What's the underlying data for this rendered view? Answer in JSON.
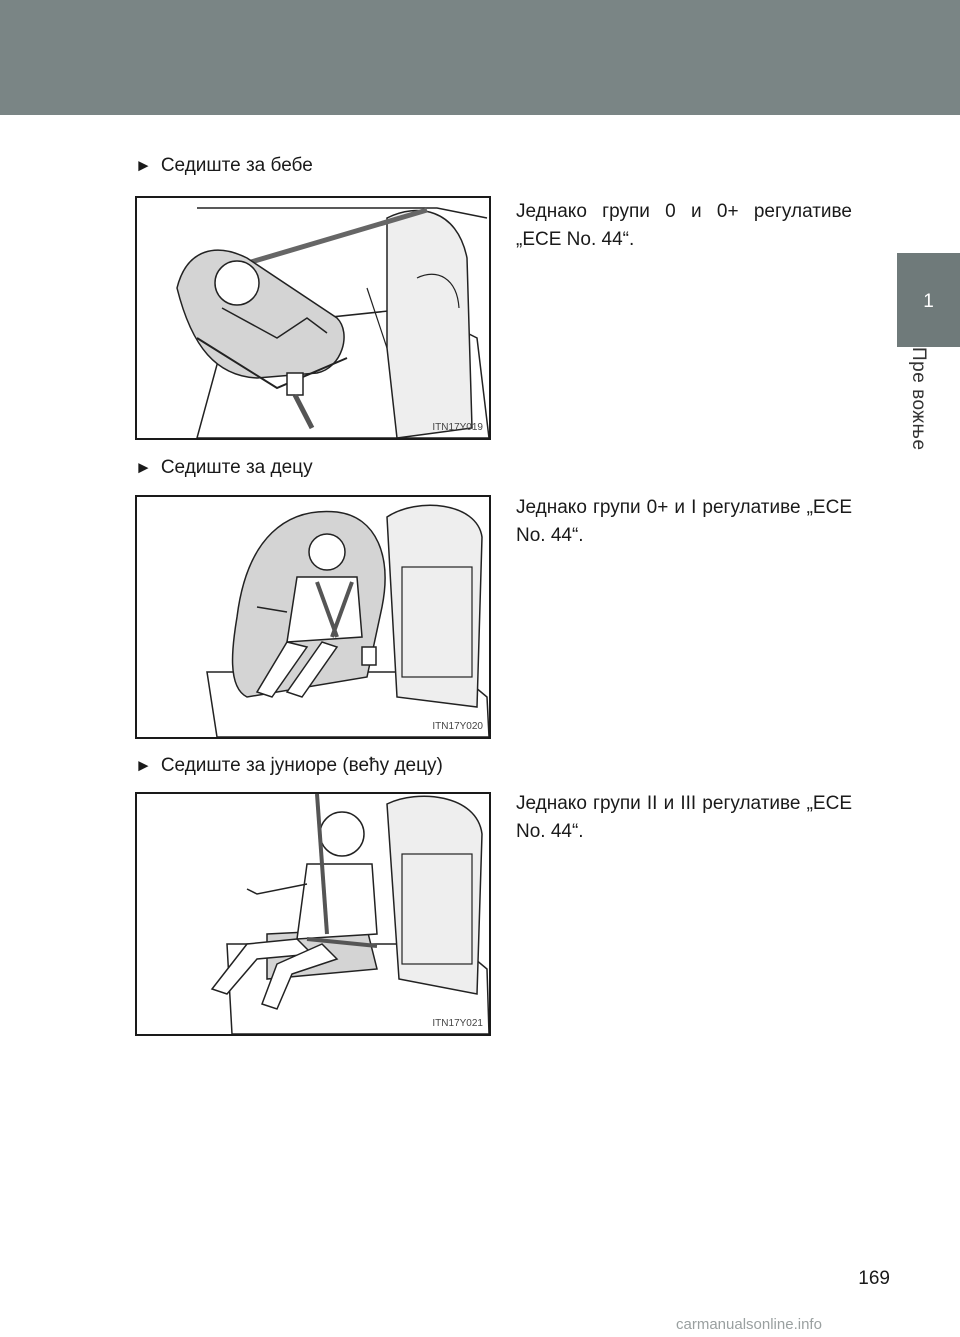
{
  "side_tab": {
    "chapter_number": "1",
    "chapter_title": "Пре вожње"
  },
  "sections": [
    {
      "heading": "Седиште за бебе",
      "figure_code": "ITN17Y019",
      "description": "Једнако групи 0 и 0+ регулативе „ECE No. 44“."
    },
    {
      "heading": "Седиште за децу",
      "figure_code": "ITN17Y020",
      "description": "Једнако групи 0+ и I регулативе „ECE No. 44“."
    },
    {
      "heading": "Седиште за јуниоре (већу децу)",
      "figure_code": "ITN17Y021",
      "description": "Једнако групи II и III регулативе „ECE No. 44“."
    }
  ],
  "page_number": "169",
  "watermark": "carmanualsonline.info",
  "colors": {
    "header_band": "#7a8585",
    "tab_fill": "#6f7a7a",
    "text": "#1a1a1a"
  },
  "icons": {
    "bullet": "triangle-right-icon"
  }
}
